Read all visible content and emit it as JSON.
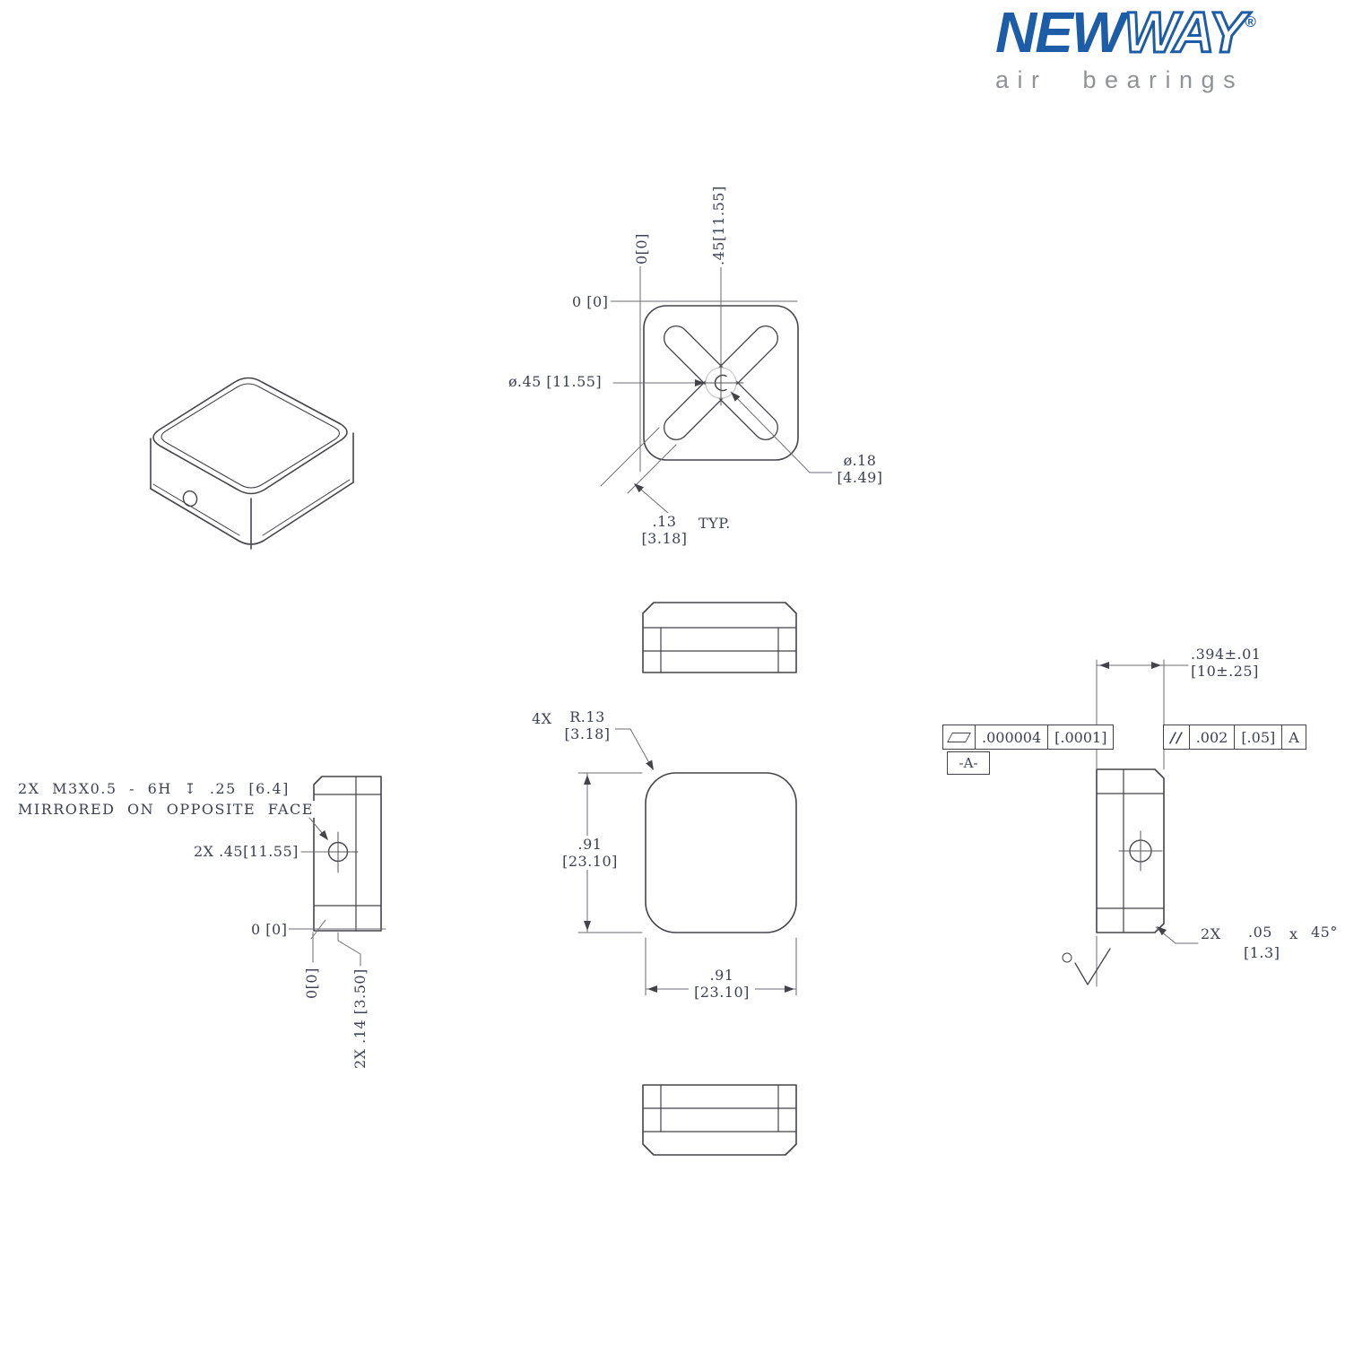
{
  "logo": {
    "brand_bold": "NEW",
    "brand_outline": "WAY",
    "registered": "®",
    "tagline": "air bearings"
  },
  "icons": {
    "depth_symbol": "↧",
    "diameter_symbol": "ø",
    "flatness_symbol": "parallelogram-outline",
    "parallelism_symbol_glyph": "//",
    "surface_finish_symbol": "check-mark-with-circle",
    "hole_symbol": "crosshair-circle"
  },
  "top_view": {
    "ordinate_zero_horizontal": "0 [0]",
    "ordinate_zero_vertical": "0[0]",
    "hole_x_position": ".45[11.55]",
    "counterbore_diameter": "ø.45 [11.55]",
    "orifice_diameter": "ø.18",
    "orifice_diameter_mm": "[4.49]",
    "groove_width": ".13",
    "groove_width_mm": "[3.18]",
    "groove_typ": "TYP."
  },
  "plan_view": {
    "height": ".91",
    "height_mm": "[23.10]",
    "width": ".91",
    "width_mm": "[23.10]",
    "corner_radius_qty": "4X",
    "corner_radius": "R.13",
    "corner_radius_mm": "[3.18]"
  },
  "left_view": {
    "thread_note": "2X M3X0.5 - 6H  ↧  .25 [6.4]",
    "thread_note_2": "MIRRORED ON OPPOSITE FACE",
    "hole_spacing": "2X .45[11.55]",
    "ordinate_zero_horizontal": "0 [0]",
    "ordinate_zero_vertical": "0[0]",
    "hole_offset": "2X .14 [3.50]"
  },
  "right_view": {
    "thickness": ".394±.01",
    "thickness_mm": "[10±.25]",
    "flatness_value": ".000004",
    "flatness_value_mm": "[.0001]",
    "datum_label": "-A-",
    "parallelism_symbol": "//",
    "parallelism_value": ".002",
    "parallelism_value_mm": "[.05]",
    "parallelism_datum": "A",
    "chamfer_qty": "2X",
    "chamfer_size": ".05",
    "chamfer_by": "x",
    "chamfer_angle": "45°",
    "chamfer_size_mm": "[1.3]"
  }
}
